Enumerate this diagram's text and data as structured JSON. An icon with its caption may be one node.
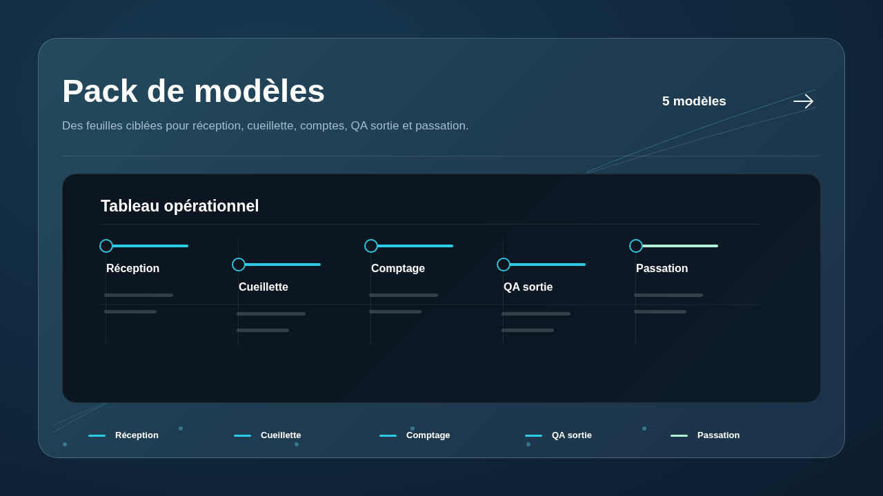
{
  "diagram": {
    "title": "Pack de modèles",
    "nodes": [
      {
        "text": [
          "Tableau opérationnel"
        ]
      },
      {
        "text": [
          "Réception"
        ],
        "in": 0
      },
      {
        "text": [
          "Cueillette"
        ],
        "in": 0
      },
      {
        "text": [
          "Comptage"
        ],
        "in": 0
      },
      {
        "text": [
          "QA sortie"
        ],
        "in": 0
      },
      {
        "text": [
          "Passation"
        ],
        "in": 0
      }
    ],
    "labels": [
      "Des feuilles ciblées pour réception, cueillette, comptes, QA sortie et passation.",
      "5 modèles"
    ],
    "legend": [
      {
        "text": "Réception",
        "color": "#2ccbe6"
      },
      {
        "text": "Cueillette",
        "color": "#2ccbe6"
      },
      {
        "text": "Comptage",
        "color": "#2ccbe6"
      },
      {
        "text": "QA sortie",
        "color": "#2ccbe6"
      },
      {
        "text": "Passation",
        "color": "#b3f0d4"
      }
    ]
  }
}
